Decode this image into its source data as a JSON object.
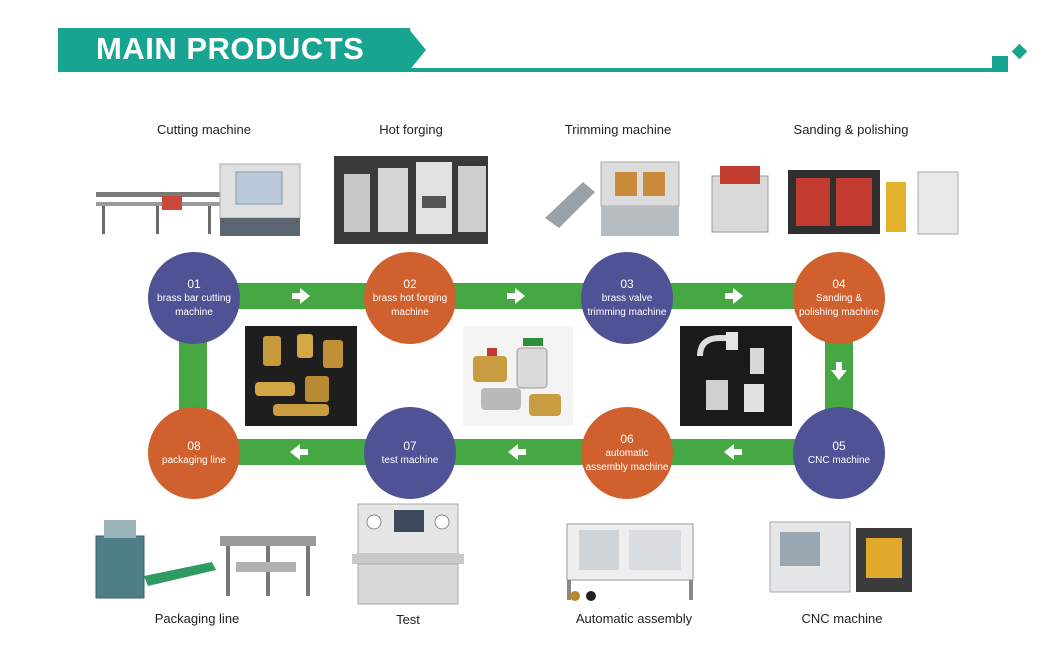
{
  "header": {
    "title": "MAIN PRODUCTS"
  },
  "colors": {
    "teal": "#17a591",
    "green": "#45a843",
    "purple": "#505296",
    "orange": "#d0602d"
  },
  "top_captions": [
    "Cutting machine",
    "Hot forging",
    "Trimming machine",
    "Sanding & polishing"
  ],
  "bottom_captions": [
    "Packaging line",
    "Test",
    "Automatic assembly",
    "CNC machine"
  ],
  "steps": [
    {
      "num": "01",
      "label": "brass bar cutting machine"
    },
    {
      "num": "02",
      "label": "brass hot forging machine"
    },
    {
      "num": "03",
      "label": "brass valve trimming machine"
    },
    {
      "num": "04",
      "label": "Sanding & polishing machine"
    },
    {
      "num": "05",
      "label": "CNC machine"
    },
    {
      "num": "06",
      "label": "automatic assembly machine"
    },
    {
      "num": "07",
      "label": "test machine"
    },
    {
      "num": "08",
      "label": "packaging line"
    }
  ]
}
